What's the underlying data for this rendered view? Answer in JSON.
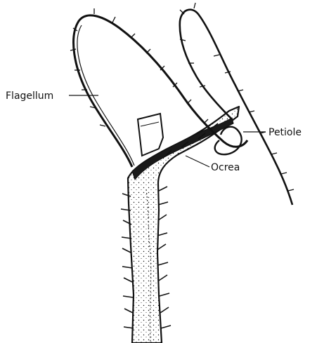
{
  "labels": {
    "flagellum": "Flagellum",
    "ocrea": "Ocrea",
    "petiole": "Petiole"
  },
  "colors": {
    "ink": "#111111",
    "paper": "#ffffff"
  }
}
